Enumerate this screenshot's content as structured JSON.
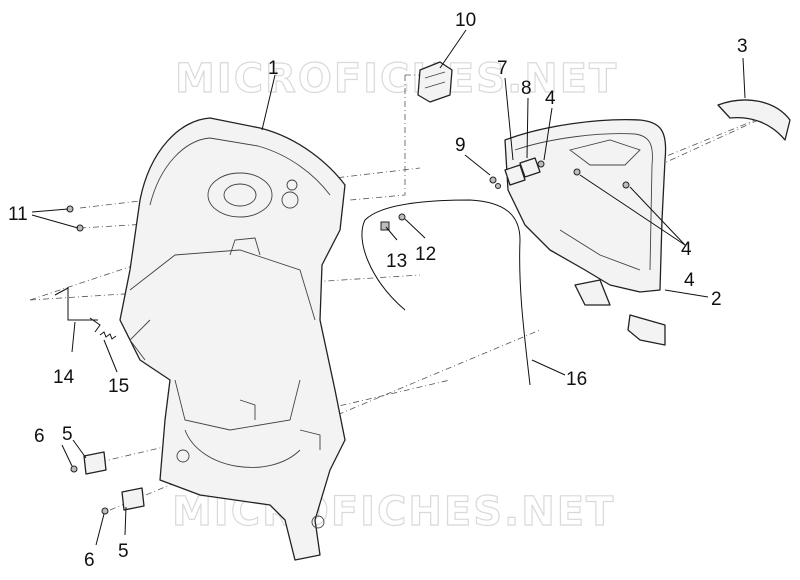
{
  "watermark": "MICROFICHES.NET",
  "callouts": [
    "1",
    "2",
    "3",
    "4",
    "4",
    "4",
    "5",
    "5",
    "6",
    "6",
    "7",
    "8",
    "9",
    "10",
    "11",
    "12",
    "13",
    "14",
    "15",
    "16"
  ]
}
